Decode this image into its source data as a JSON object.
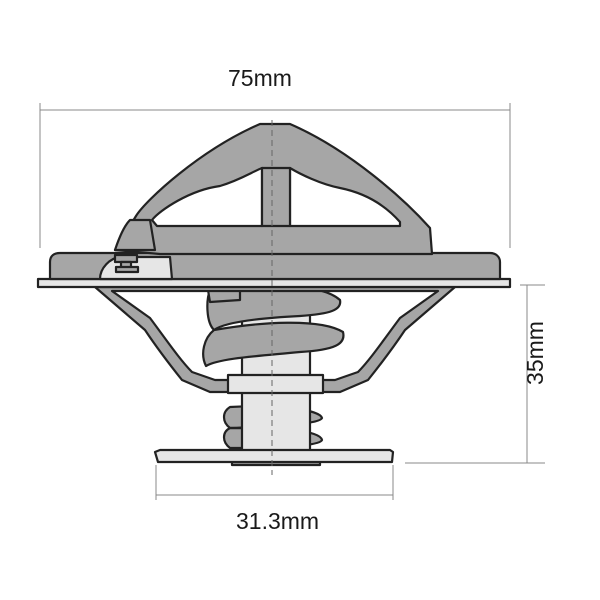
{
  "dimensions": {
    "width": "75mm",
    "height": "35mm",
    "base_diameter": "31.3mm"
  },
  "colors": {
    "metal_fill": "#a6a6a6",
    "light_fill": "#e6e6e6",
    "outline": "#222222",
    "dimension_line": "#888888"
  }
}
